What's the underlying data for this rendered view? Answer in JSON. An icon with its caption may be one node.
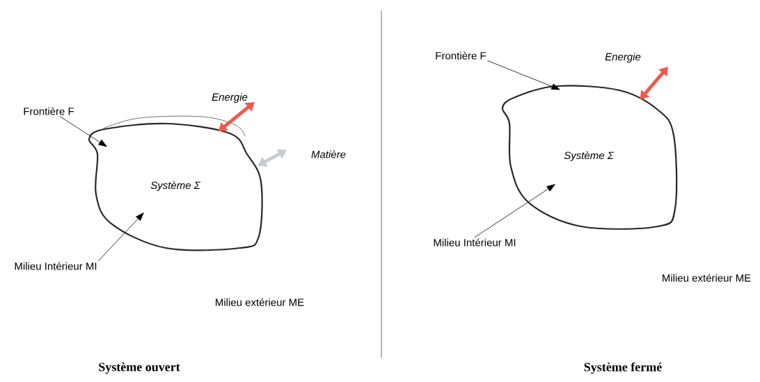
{
  "diagram": {
    "nodes": [
      {
        "text": [
          "Système Σ"
        ]
      },
      {
        "text": [
          "Frontière F"
        ]
      },
      {
        "text": [
          "Milieu Intérieur MI"
        ]
      },
      {
        "text": [
          "Système Σ"
        ]
      },
      {
        "text": [
          "Frontière F"
        ]
      },
      {
        "text": [
          "Milieu Intérieur MI"
        ]
      }
    ],
    "edges": [
      {
        "from": 1,
        "to": 0,
        "arrow": "to"
      },
      {
        "from": 2,
        "to": 0,
        "arrow": "to"
      },
      {
        "from": null,
        "to": 0,
        "arrow": "both",
        "label": "Energie",
        "style": "thick",
        "color": "#ec5a4e"
      },
      {
        "from": null,
        "to": 0,
        "arrow": "both",
        "label": "Matière",
        "style": "thick",
        "color": "#c5ccd1"
      },
      {
        "from": 4,
        "to": 3,
        "arrow": "to"
      },
      {
        "from": 5,
        "to": 3,
        "arrow": "to"
      },
      {
        "from": null,
        "to": 3,
        "arrow": "both",
        "label": "Energie",
        "style": "thick",
        "color": "#ec5a4e"
      }
    ],
    "labels": [
      "Milieu extérieur ME",
      "Système ouvert",
      "Milieu extérieur ME",
      "Système fermé"
    ]
  }
}
